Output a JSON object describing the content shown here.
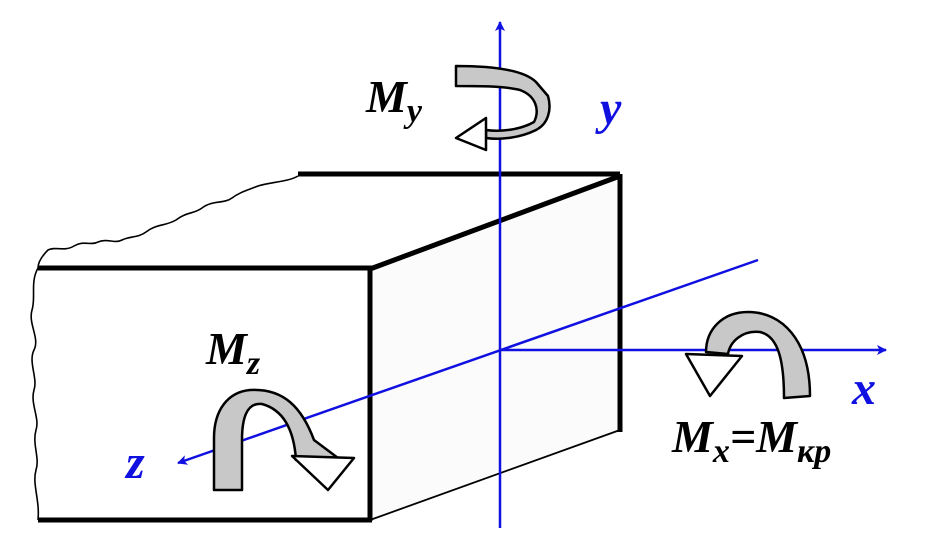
{
  "labels": {
    "y_axis": "y",
    "x_axis": "x",
    "z_axis": "z",
    "my_main": "M",
    "my_sub": "y",
    "mz_main": "M",
    "mz_sub": "z",
    "mx_main": "M",
    "mx_sub": "x",
    "mx_eq": "=",
    "mkr_main": "M",
    "mkr_sub": "кр"
  },
  "colors": {
    "axis": "#1010e0",
    "outline": "#000000",
    "arrow_fill": "#c8c8c8",
    "face_fill": "#fbfbfb"
  }
}
